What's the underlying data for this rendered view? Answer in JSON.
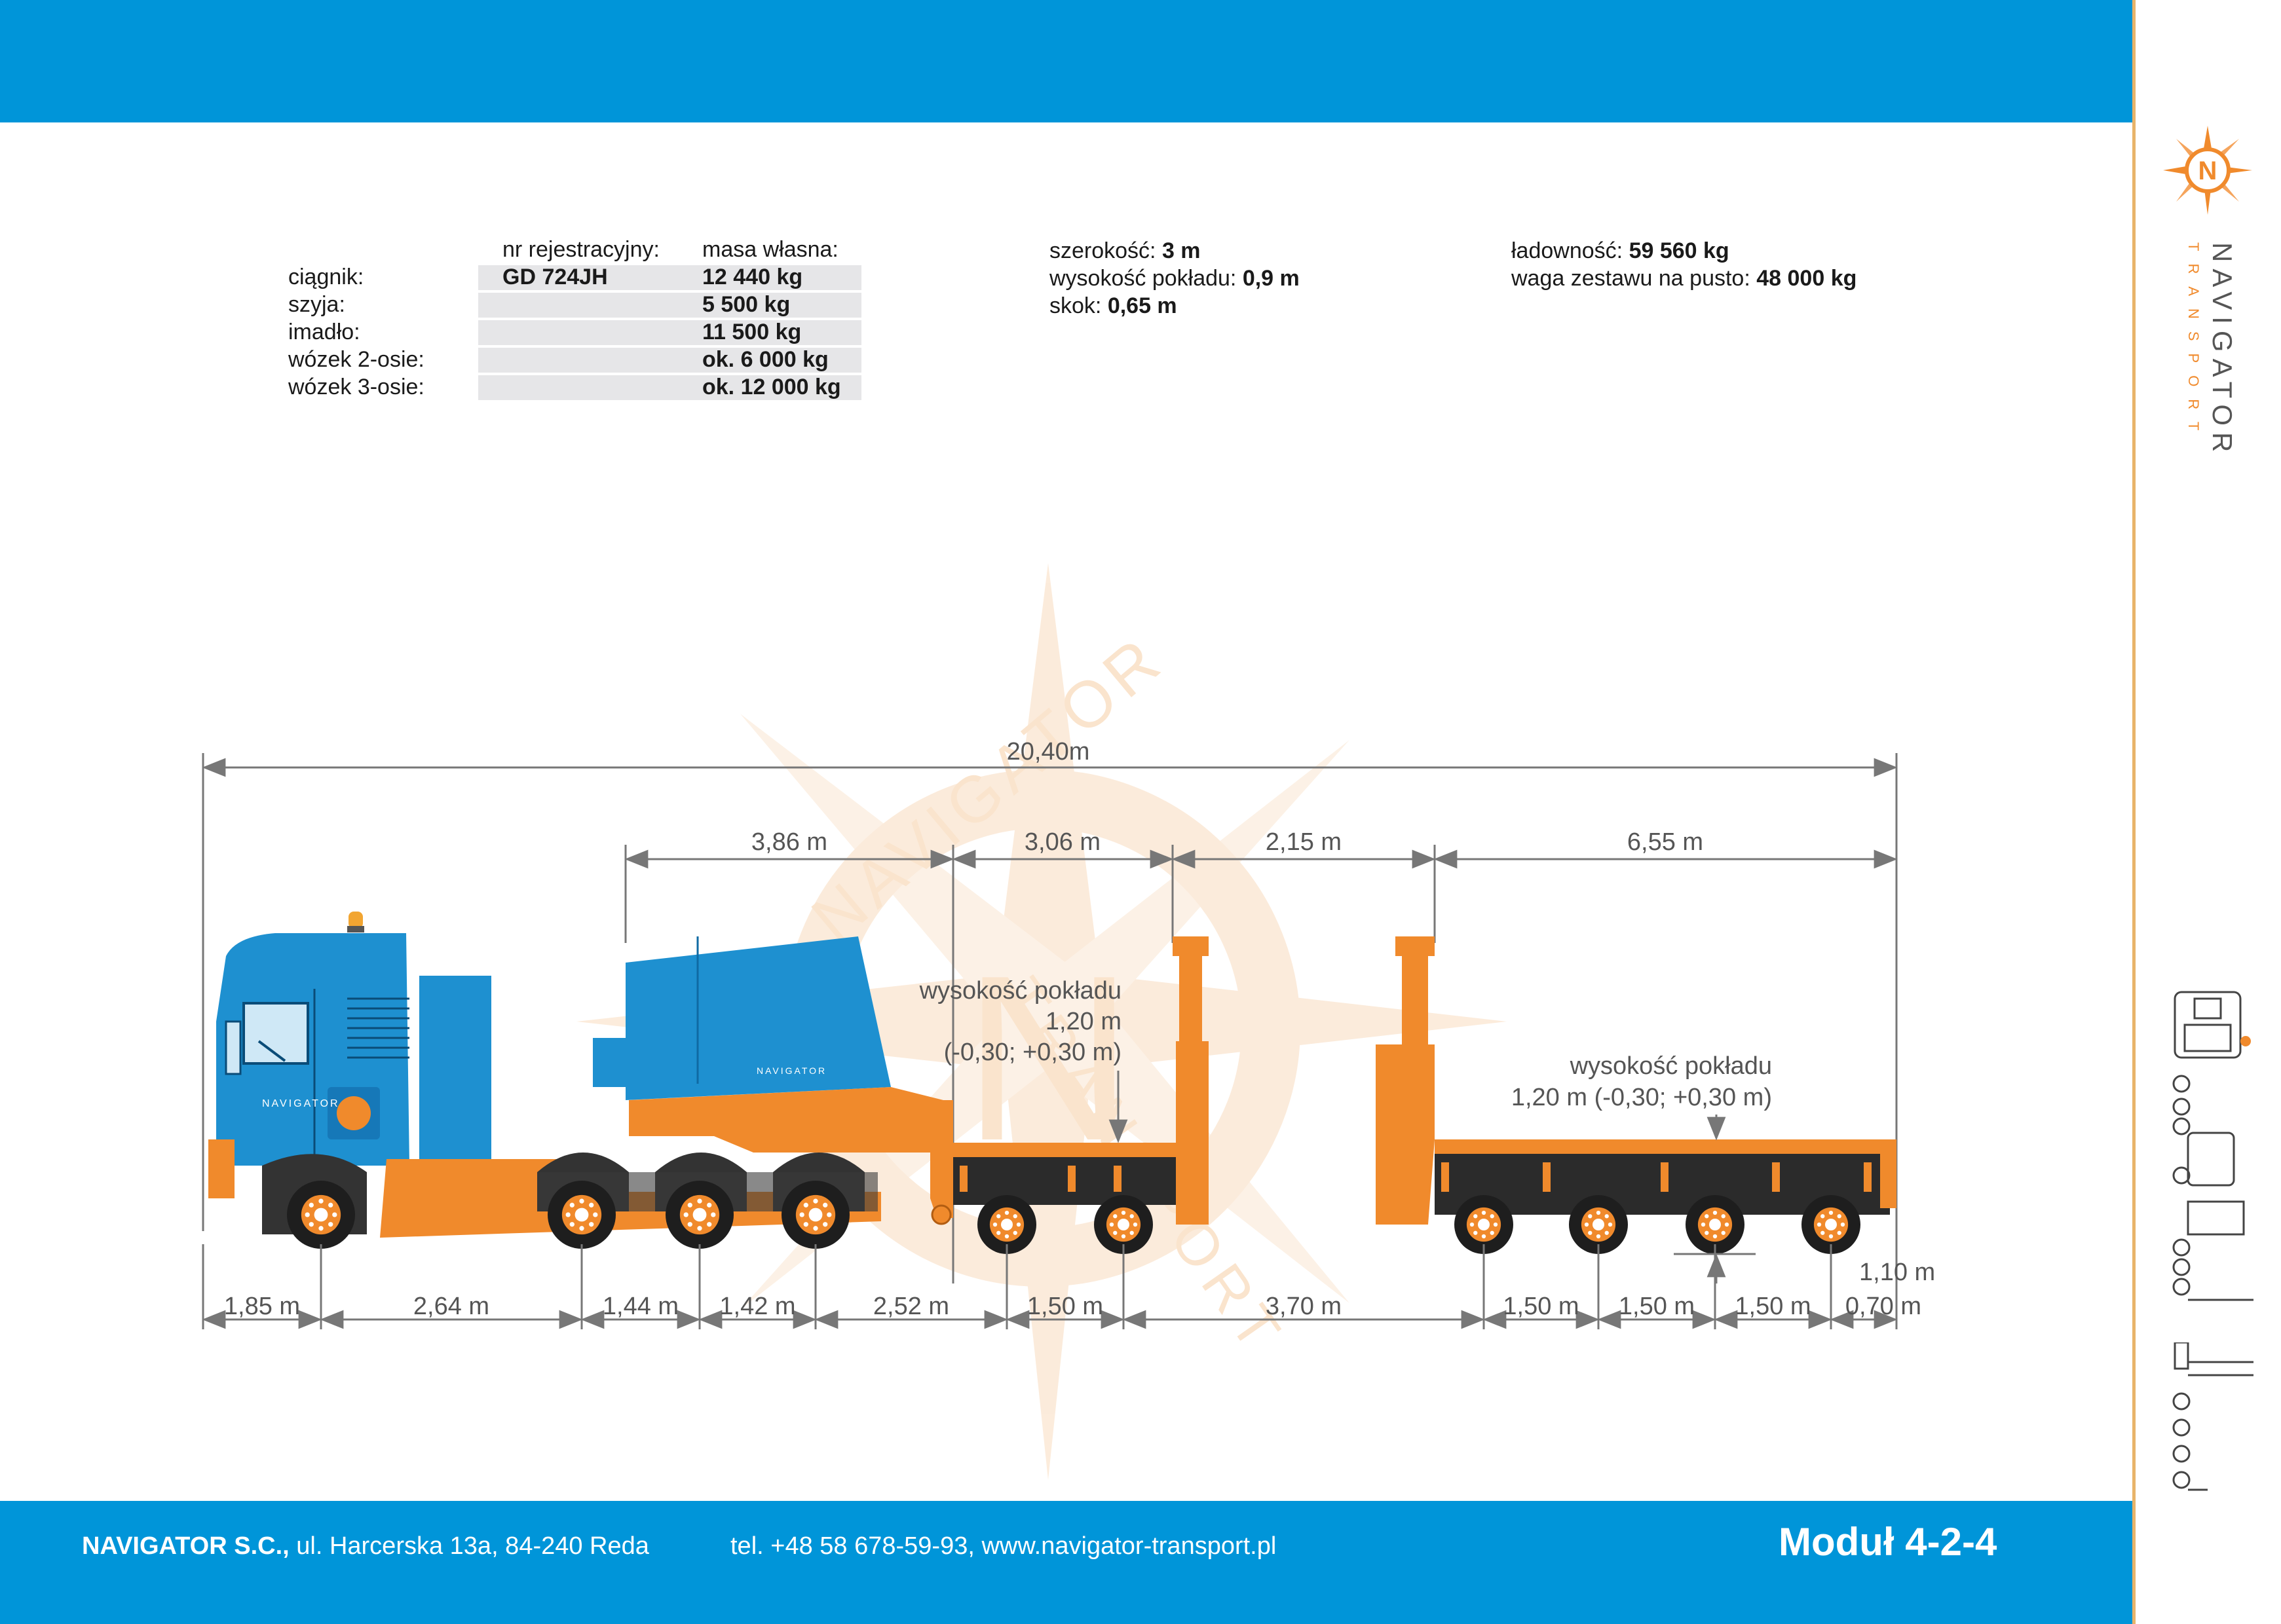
{
  "specs_table": {
    "header_reg": "nr rejestracyjny:",
    "header_mass": "masa własna:",
    "rows": [
      {
        "label": "ciągnik:",
        "reg": "GD 724JH",
        "mass": "12 440 kg"
      },
      {
        "label": "szyja:",
        "reg": "",
        "mass": "5 500 kg"
      },
      {
        "label": "imadło:",
        "reg": "",
        "mass": "11 500 kg"
      },
      {
        "label": "wózek 2-osie:",
        "reg": "",
        "mass": "ok. 6 000 kg"
      },
      {
        "label": "wózek 3-osie:",
        "reg": "",
        "mass": "ok. 12 000 kg"
      }
    ]
  },
  "specs_mid": [
    {
      "label": "szerokość:",
      "value": "3 m"
    },
    {
      "label": "wysokość pokładu:",
      "value": "0,9 m"
    },
    {
      "label": "skok:",
      "value": "0,65 m"
    }
  ],
  "specs_right": [
    {
      "label": "ładowność:",
      "value": "59 560 kg"
    },
    {
      "label": "waga zestawu na pusto:",
      "value": "48 000 kg"
    }
  ],
  "diagram": {
    "total_length": "20,40m",
    "upper_dims": [
      "3,86 m",
      "3,06 m",
      "2,15 m",
      "6,55 m"
    ],
    "lower_dims": [
      "1,85 m",
      "2,64 m",
      "1,44 m",
      "1,42 m",
      "2,52 m",
      "1,50 m",
      "3,70 m",
      "1,50 m",
      "1,50 m",
      "1,50 m",
      "0,70 m"
    ],
    "right_height": "1,10 m",
    "deck_note_1": {
      "line1": "wysokość pokładu",
      "line2": "1,20 m",
      "line3": "(-0,30; +0,30 m)"
    },
    "deck_note_2": {
      "line1": "wysokość pokładu",
      "line2": "1,20 m (-0,30; +0,30 m)"
    },
    "watermark_text": "NAVIGATOR",
    "watermark_text_2": "TRANSPORT",
    "watermark_letter": "N",
    "truck_logo_text": "NAVIGATOR"
  },
  "brand": {
    "name": "NAVIGATOR",
    "sub": "TRANSPORT"
  },
  "footer": {
    "company": "NAVIGATOR S.C.,",
    "address": " ul. Harcerska  13a, 84-240 Reda",
    "contact": "tel.  +48 58 678-59-93, www.navigator-transport.pl",
    "module": "Moduł 4-2-4"
  },
  "colors": {
    "blue": "#0095d9",
    "orange": "#f08a2c",
    "dark": "#2a2a2a",
    "watermark": "#f9dcbf"
  }
}
